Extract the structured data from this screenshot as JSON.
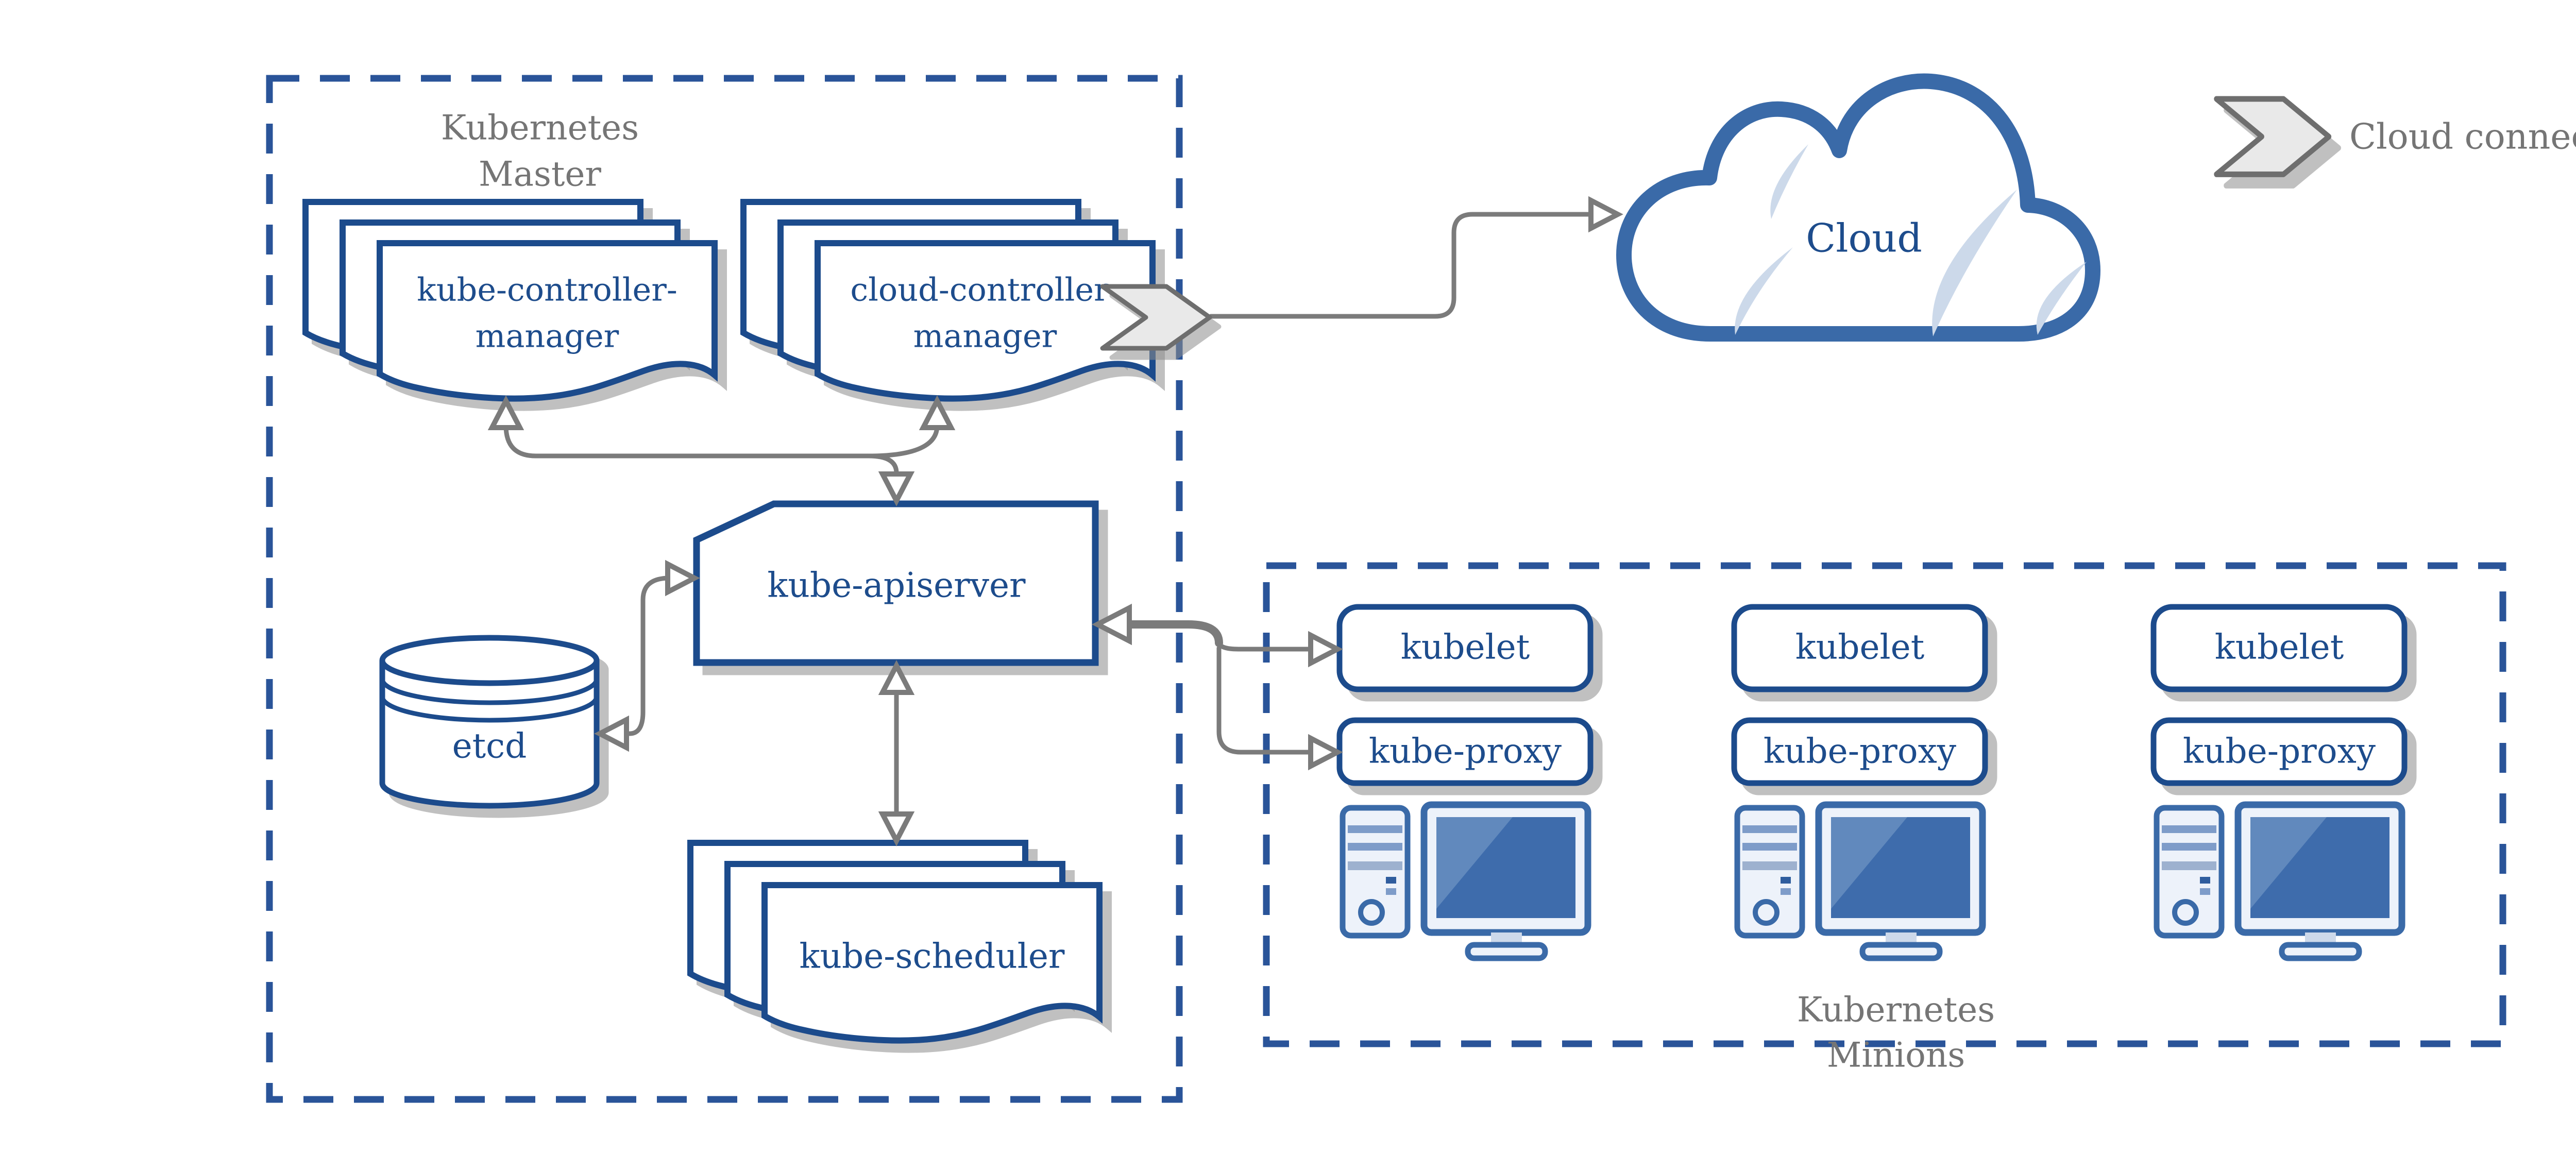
{
  "master": {
    "label_line1": "Kubernetes",
    "label_line2": "Master",
    "kube_controller_manager_line1": "kube-controller-",
    "kube_controller_manager_line2": "manager",
    "cloud_controller_manager_line1": "cloud-controller-",
    "cloud_controller_manager_line2": "manager",
    "kube_apiserver": "kube-apiserver",
    "etcd": "etcd",
    "kube_scheduler": "kube-scheduler"
  },
  "minions": {
    "label_line1": "Kubernetes",
    "label_line2": "Minions",
    "nodes": [
      {
        "kubelet": "kubelet",
        "kube_proxy": "kube-proxy"
      },
      {
        "kubelet": "kubelet",
        "kube_proxy": "kube-proxy"
      },
      {
        "kubelet": "kubelet",
        "kube_proxy": "kube-proxy"
      }
    ]
  },
  "cloud": {
    "label": "Cloud"
  },
  "legend": {
    "label": "Cloud connector"
  },
  "colors": {
    "shape_border_blue": "#1e4c8c",
    "text_blue": "#1d4c8c",
    "dashed_border_blue": "#2a5499",
    "cloud_border_blue": "#3a6aa8",
    "computer_blue": "#3a6aa8",
    "computer_screen": "#3e6cac",
    "computer_screen_highlight": "#6189bd",
    "computer_fill": "#edf2fa",
    "label_gray": "#757575",
    "arrow_gray": "#7b7b7b",
    "chevron_fill": "#e9e9e9",
    "shadow_gray": "#b5b5b5"
  }
}
